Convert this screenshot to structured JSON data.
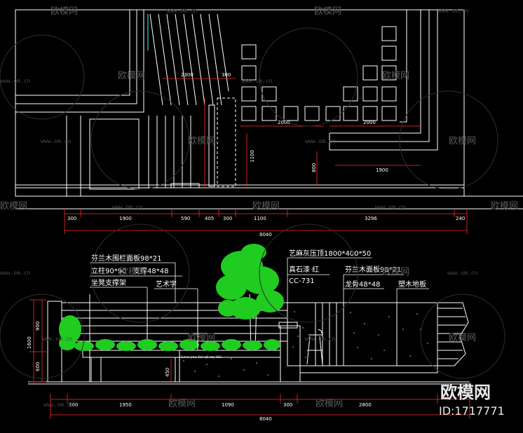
{
  "plan": {
    "dims_inner": [
      "2300",
      "300",
      "2000",
      "2000",
      "1100",
      "800",
      "1900"
    ],
    "dims_row": [
      "300",
      "1900",
      "590",
      "405",
      "300",
      "1100",
      "3296",
      "240"
    ],
    "dim_total": "8040"
  },
  "elevation": {
    "labels": {
      "l1": "芬兰木围栏面板98*21",
      "l2a": "立柱90*90",
      "l2b": "支撑48*48",
      "l3": "坐凳支撑架",
      "l4": "艺术字",
      "r1": "艺麻灰压顶1800*400*50",
      "r2a": "真石漆 红",
      "r2b": "CC-731",
      "r3": "芬兰木面板98*21",
      "r4": "龙骨48*48",
      "r5": "塑木地板"
    },
    "art_text": "Love you for all my life",
    "dims_left": [
      "900",
      "1600",
      "600"
    ],
    "dim_mid": "450",
    "dims_bottom": [
      "300",
      "1950",
      "1090",
      "300",
      "2800"
    ],
    "dim_total": "8040"
  },
  "watermark": {
    "brand": "欧模网",
    "url": "www.om.cn",
    "id_label": "ID:1717771"
  },
  "colors": {
    "background": "#000000",
    "line": "#ffffff",
    "dimension": "#ff2a2a",
    "foliage": "#1fcc1f",
    "accent": "#2fd6d6"
  }
}
